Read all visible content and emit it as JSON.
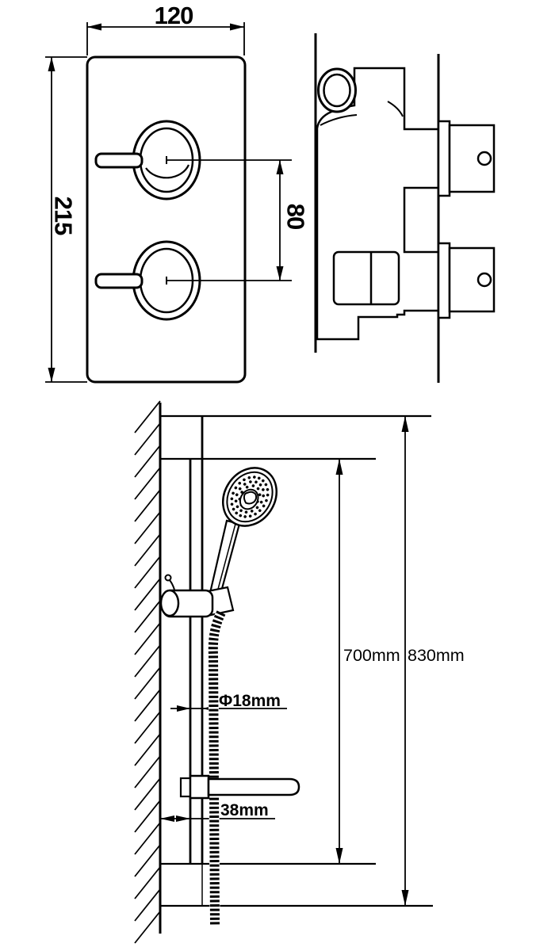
{
  "page": {
    "background_color": "#ffffff",
    "line_color": "#000000",
    "description": "Technical installation drawing: concealed twin thermostatic shower valve (front and side views) and slide-rail handset kit with dimensions"
  },
  "front_view": {
    "title": "valve-front-view",
    "width_label": "120",
    "height_label": "215",
    "handle_spacing_label": "80"
  },
  "side_view": {
    "title": "valve-side-view"
  },
  "rail_view": {
    "title": "slide-rail-view",
    "handset_height_label": "700mm",
    "overall_height_label": "830mm",
    "rail_diameter_label": "Φ18mm",
    "wall_offset_label": "38mm"
  }
}
